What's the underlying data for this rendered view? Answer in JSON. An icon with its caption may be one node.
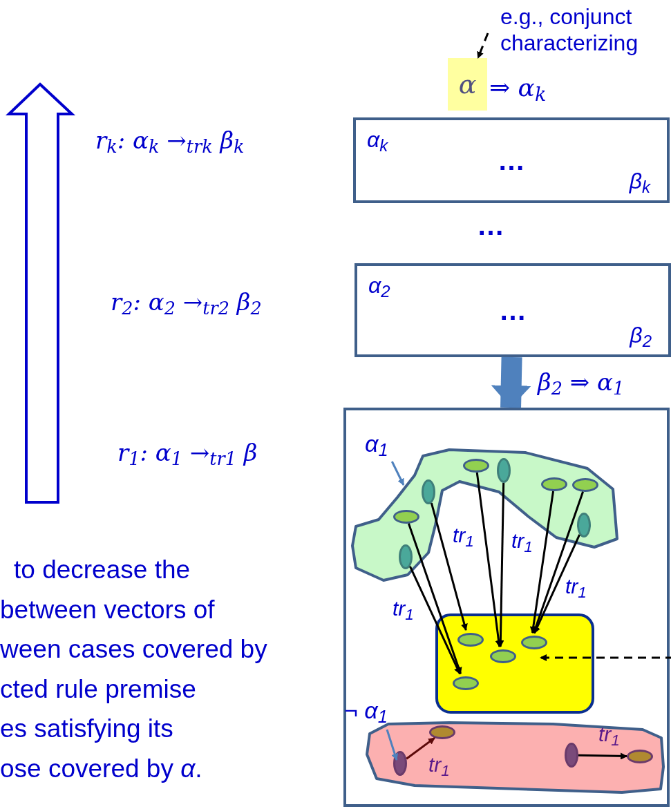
{
  "diagram": {
    "nodes": [
      {
        "text": [
          "e.g., conjunct characterizing"
        ]
      },
      {
        "text": [
          "α"
        ]
      },
      {
        "text": [
          "α$_{k}$",
          "…",
          "β$_{k}$"
        ]
      },
      {
        "text": [
          "α$_{2}$",
          "…",
          "β$_{2}$"
        ]
      },
      {
        "text": [],
        "shape": "box"
      },
      {
        "text": [
          "α$_{1}$"
        ],
        "in": 4
      },
      {
        "text": [],
        "shape": "cloud",
        "in": 4
      },
      {
        "text": [],
        "shape": "ellipse",
        "in": 6
      },
      {
        "text": [],
        "shape": "ellipse",
        "in": 6
      },
      {
        "text": [],
        "shape": "ellipse",
        "in": 6
      },
      {
        "text": [],
        "shape": "ellipse",
        "in": 6
      },
      {
        "text": [],
        "shape": "ellipse",
        "in": 6
      },
      {
        "text": [],
        "shape": "ellipse",
        "in": 6
      },
      {
        "text": [],
        "shape": "ellipse",
        "in": 6
      },
      {
        "text": [],
        "shape": "ellipse",
        "in": 6
      },
      {
        "text": [],
        "shape": "box",
        "in": 4
      },
      {
        "text": [],
        "shape": "ellipse",
        "in": 15
      },
      {
        "text": [],
        "shape": "ellipse",
        "in": 15
      },
      {
        "text": [],
        "shape": "ellipse",
        "in": 15
      },
      {
        "text": [],
        "shape": "ellipse",
        "in": 15
      },
      {
        "text": [
          "¬ α$_{1}$"
        ],
        "in": 4
      },
      {
        "text": [],
        "shape": "cloud",
        "in": 4
      },
      {
        "text": [],
        "shape": "ellipse",
        "in": 21
      },
      {
        "text": [],
        "shape": "ellipse",
        "in": 21
      },
      {
        "text": [],
        "shape": "ellipse",
        "in": 21
      },
      {
        "text": [],
        "shape": "ellipse",
        "in": 21
      }
    ],
    "edges": [
      {
        "from": 0,
        "to": 1,
        "arrow": "to",
        "style": "dashed"
      },
      {
        "from": 3,
        "to": 4,
        "arrow": "to",
        "label": "β$_{2}$ ⇒ α$_{1}$",
        "style": "thick",
        "color": "#4f81bd"
      },
      {
        "from": 5,
        "to": 6,
        "arrow": "to",
        "color": "#4f81bd"
      },
      {
        "from": 14,
        "to": 19,
        "arrow": "to"
      },
      {
        "from": 12,
        "to": 19,
        "arrow": "to"
      },
      {
        "from": 11,
        "to": 16,
        "arrow": "to"
      },
      {
        "from": 7,
        "to": 18,
        "arrow": "to"
      },
      {
        "from": 8,
        "to": 18,
        "arrow": "to"
      },
      {
        "from": 9,
        "to": 17,
        "arrow": "to"
      },
      {
        "from": 10,
        "to": 17,
        "arrow": "to"
      },
      {
        "from": 13,
        "to": 17,
        "arrow": "to"
      },
      {
        "from": 20,
        "to": 21,
        "arrow": "to",
        "color": "#4f81bd"
      },
      {
        "from": 22,
        "to": 23,
        "arrow": "to",
        "color": "#5c0a0a"
      },
      {
        "from": 24,
        "to": 25,
        "arrow": "to"
      },
      {
        "from": null,
        "to": 15,
        "arrow": "to",
        "style": "dashed"
      }
    ],
    "labels": [
      "⇒ α$_{k}$",
      "r$_{k}$: α$_{k}$ →$_{tr}$$_{k}$ β$_{k}$",
      "…",
      "r$_{2}$: α$_{2}$ →$_{tr}$$_{2}$ β$_{2}$",
      "r$_{1}$: α$_{1}$ →$_{tr}$$_{1}$ β",
      "tr$_{1}$",
      "tr$_{1}$",
      "tr$_{1}$",
      "tr$_{1}$",
      "to decrease the",
      "between vectors of",
      "ween cases covered by",
      "cted rule premise",
      "es satisfying its",
      "ose covered by *α*.",
      "tr$_{1}$",
      "tr$_{1}$"
    ]
  }
}
